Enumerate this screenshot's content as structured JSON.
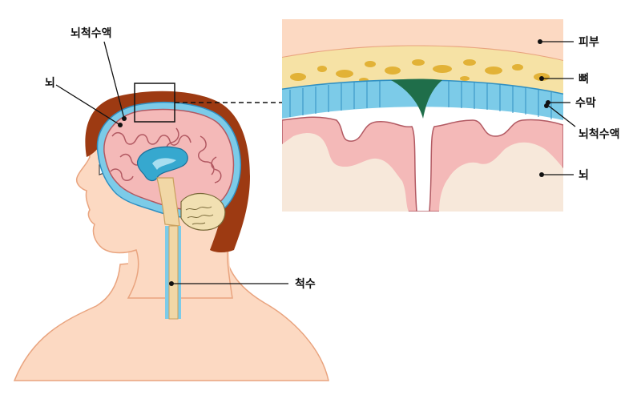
{
  "labels": {
    "head": {
      "csf": "뇌척수액",
      "brain": "뇌",
      "spinal_cord": "척수"
    },
    "inset": {
      "skin": "피부",
      "bone": "뼈",
      "meninges": "수막",
      "csf": "뇌척수액",
      "brain": "뇌"
    }
  },
  "colors": {
    "skin": "#fcd9c2",
    "skin_outline": "#e9a47f",
    "hair": "#9d3a12",
    "bone": "#f6e2a5",
    "bone_spots": "#e2b237",
    "csf": "#7ccbe8",
    "csf_outline": "#2f8fc2",
    "meninges": "#2e7d54",
    "brain": "#f4b9b8",
    "brain_outline": "#b25962",
    "cerebellum": "#f1e0b2",
    "spinal_cord": "#f1d7a6",
    "leader_line": "#111111"
  }
}
